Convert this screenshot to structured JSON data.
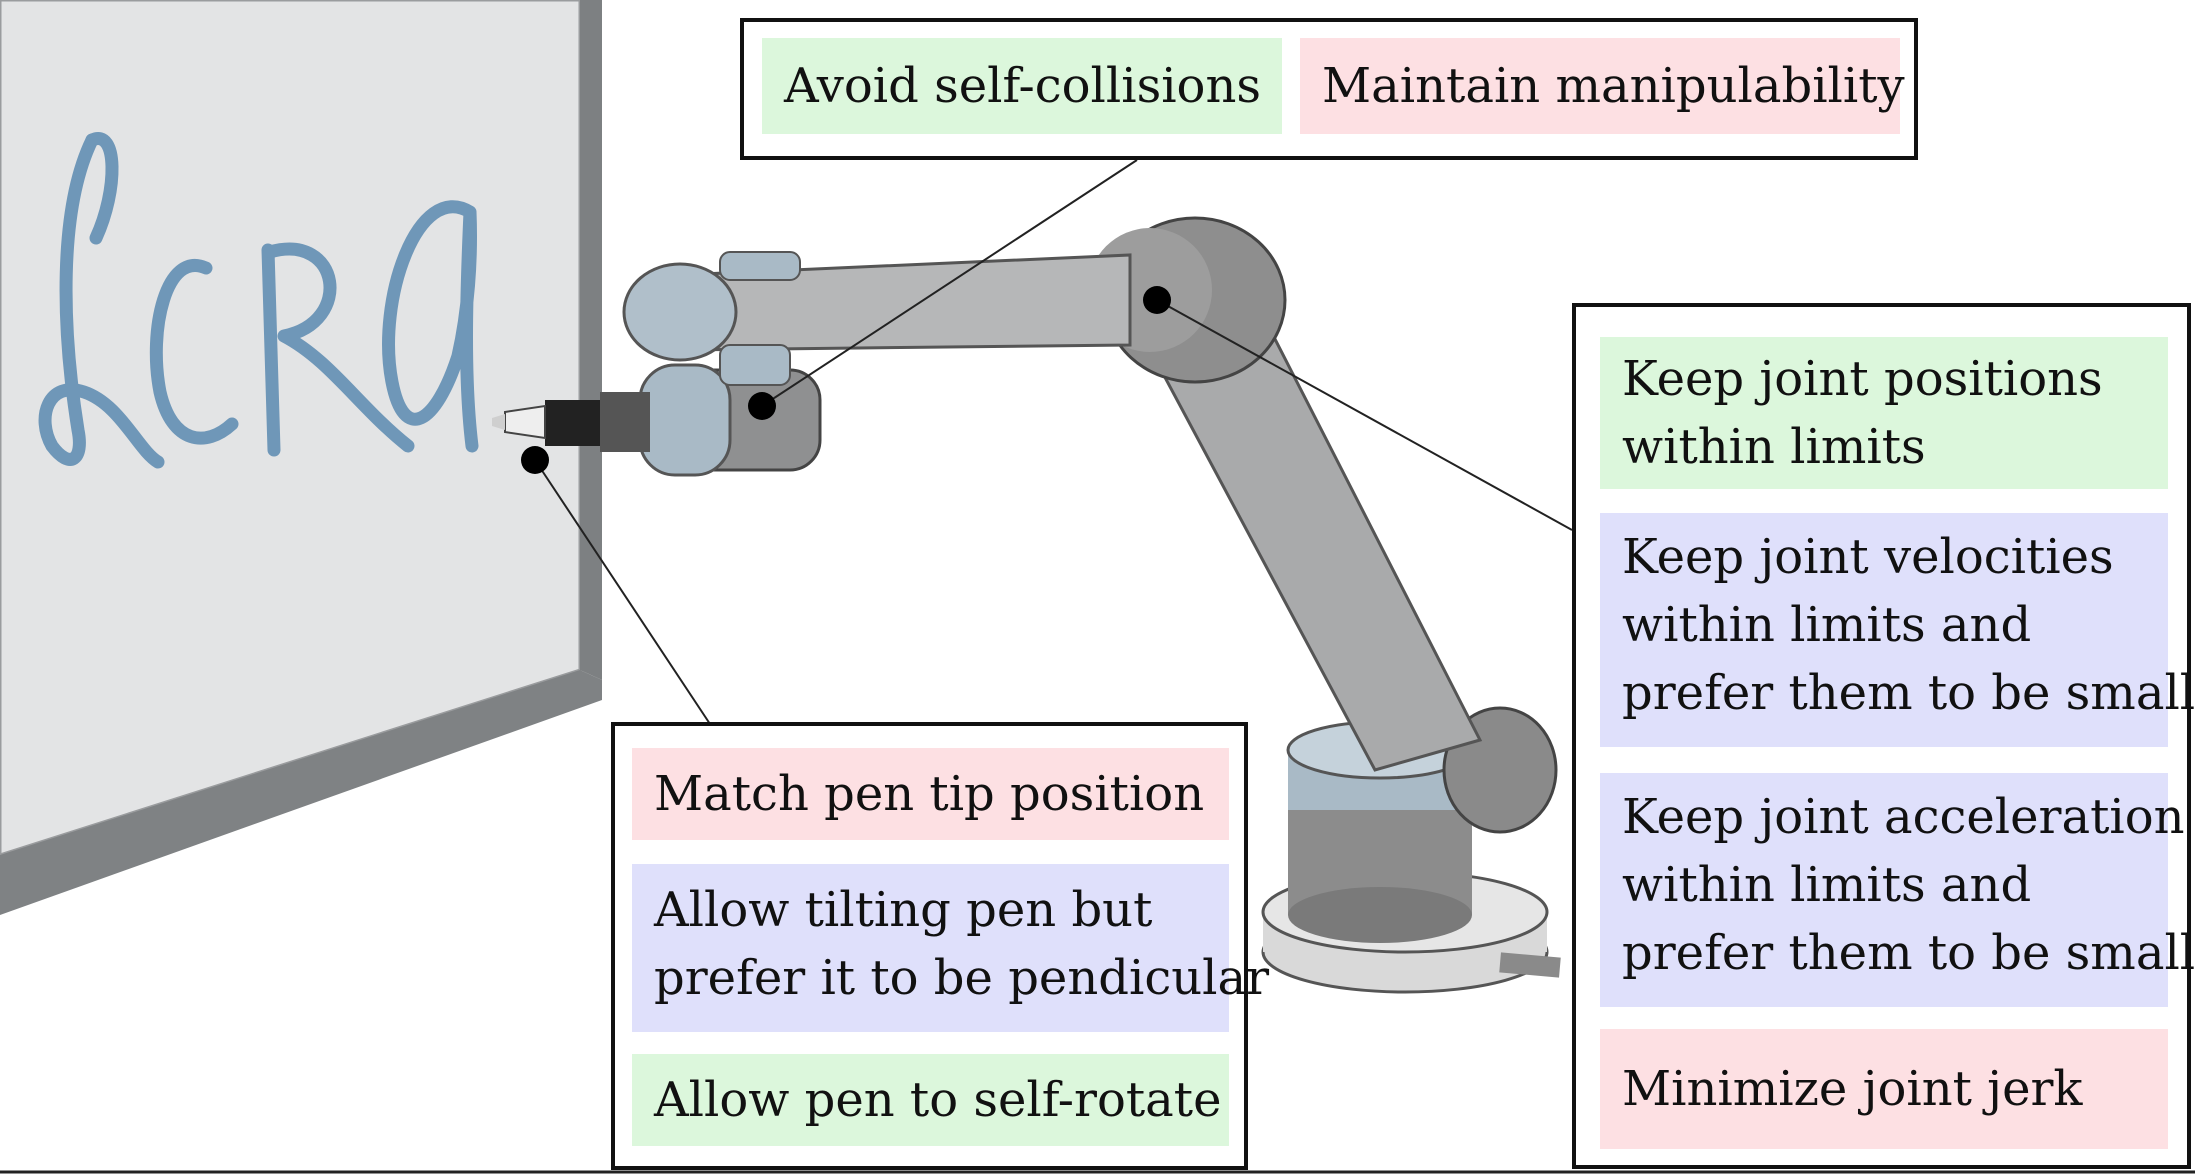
{
  "colors": {
    "green_tag": "#dcf7dc",
    "red_tag": "#fde0e3",
    "blue_tag": "#dfe0fb",
    "ink": "#111111",
    "whiteboard": "#e3e4e5",
    "handwriting": "#6f97b8",
    "arm_grey": "#a9aaab",
    "joint_cap": "#a9bac6"
  },
  "whiteboard": {
    "handwriting": "ICRa"
  },
  "callouts": {
    "top": {
      "avoid_collisions": "Avoid self-collisions",
      "manipulability": "Maintain manipulability"
    },
    "pen": {
      "tip_position": "Match pen tip position",
      "tilt_line1": "Allow tilting pen but",
      "tilt_line2": "prefer it to be pendicular",
      "rotate": "Allow pen to self-rotate"
    },
    "joints": {
      "positions_line1": "Keep joint positions",
      "positions_line2": "within limits",
      "velocities_line1": "Keep joint velocities",
      "velocities_line2": "within limits and",
      "velocities_line3": "prefer them to be small",
      "accel_line1": "Keep joint acceleration",
      "accel_line2": "within limits and",
      "accel_line3": "prefer them to be small",
      "jerk": "Minimize joint jerk"
    }
  }
}
